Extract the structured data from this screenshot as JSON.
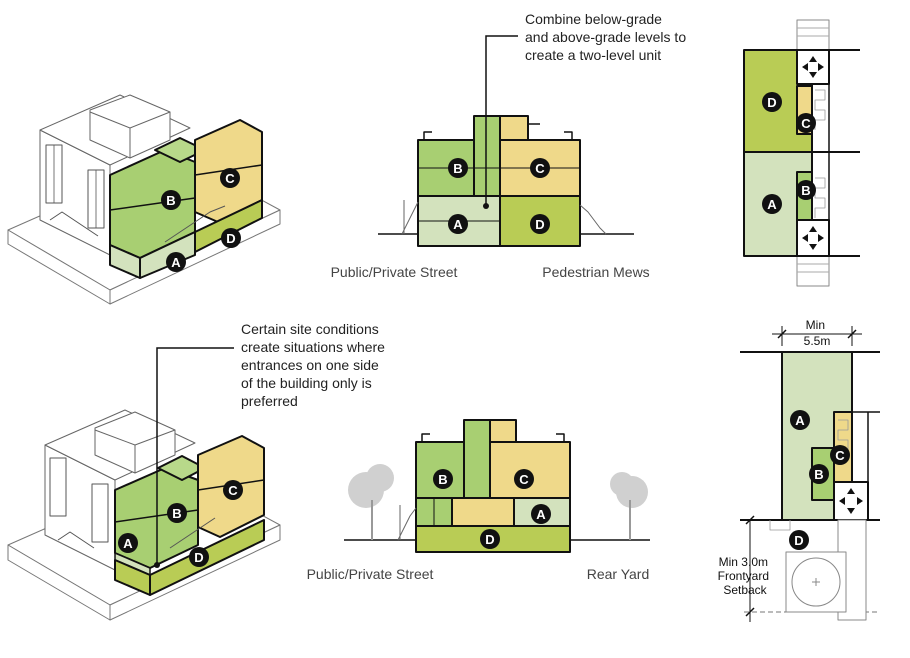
{
  "colors": {
    "green": "#a8cf72",
    "light_green": "#d3e2bd",
    "yellow": "#efd98a",
    "olive": "#b9cc55",
    "outline": "#111111",
    "tree": "#cfcfcf"
  },
  "top_row": {
    "annotation": [
      "Combine below-grade",
      "and above-grade levels to",
      "create a two-level unit"
    ],
    "section_left_label": "Public/Private Street",
    "section_right_label": "Pedestrian Mews"
  },
  "bottom_row": {
    "annotation": [
      "Certain site conditions",
      "create situations where",
      "entrances on one side",
      "of the building only is",
      "preferred"
    ],
    "section_left_label": "Public/Private Street",
    "section_right_label": "Rear Yard",
    "dim_min_width": [
      "Min",
      "5.5m"
    ],
    "dim_setback": [
      "Min 3.0m",
      "Frontyard",
      "Setback"
    ]
  },
  "units": {
    "a": "A",
    "b": "B",
    "c": "C",
    "d": "D"
  }
}
